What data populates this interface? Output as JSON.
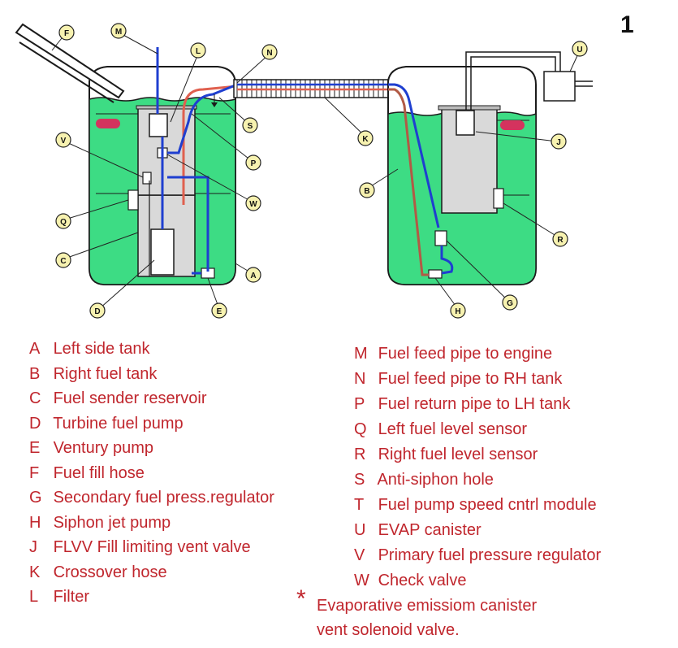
{
  "figure_number": "1",
  "callouts": {
    "A": "A",
    "B": "B",
    "C": "C",
    "D": "D",
    "E": "E",
    "F": "F",
    "G": "G",
    "H": "H",
    "J": "J",
    "K": "K",
    "L": "L",
    "M": "M",
    "N": "N",
    "P": "P",
    "Q": "Q",
    "R": "R",
    "S": "S",
    "U": "U",
    "V": "V",
    "W": "W"
  },
  "legend_left": [
    {
      "key": "A",
      "text": "Left side tank"
    },
    {
      "key": "B",
      "text": "Right fuel tank"
    },
    {
      "key": "C",
      "text": "Fuel sender reservoir"
    },
    {
      "key": "D",
      "text": "Turbine fuel pump"
    },
    {
      "key": "E",
      "text": "Ventury pump"
    },
    {
      "key": "F",
      "text": "Fuel fill hose"
    },
    {
      "key": "G",
      "text": "Secondary fuel press.regulator"
    },
    {
      "key": "H",
      "text": "Siphon jet pump"
    },
    {
      "key": "J",
      "text": "FLVV Fill limiting vent valve"
    },
    {
      "key": "K",
      "text": "Crossover hose"
    },
    {
      "key": "L",
      "text": "Filter"
    }
  ],
  "legend_right": [
    {
      "key": "M",
      "text": "Fuel feed pipe to engine"
    },
    {
      "key": "N",
      "text": "Fuel feed pipe to RH tank"
    },
    {
      "key": "P",
      "text": "Fuel return pipe to LH tank"
    },
    {
      "key": "Q",
      "text": "Left fuel level sensor"
    },
    {
      "key": "R",
      "text": "Right fuel level sensor"
    },
    {
      "key": "S",
      "text": "Anti-siphon hole"
    },
    {
      "key": "T",
      "text": "Fuel pump speed cntrl module"
    },
    {
      "key": "U",
      "text": "EVAP canister"
    },
    {
      "key": "V",
      "text": "Primary fuel pressure regulator"
    },
    {
      "key": "W",
      "text": "Check valve"
    }
  ],
  "note": {
    "marker": "*",
    "line1": "Evaporative emissiom canister",
    "line2": "vent solenoid valve."
  },
  "colors": {
    "fuel": "#3ddc84",
    "tank_outline": "#1b1b1b",
    "reservoir": "#d9d9d9",
    "feed_pipe": "#1f3fd0",
    "return_pipe": "#e0604f",
    "legend_text": "#c0262d",
    "callout_fill": "#f7f2b0",
    "sensor_pad": "#d4335e"
  }
}
